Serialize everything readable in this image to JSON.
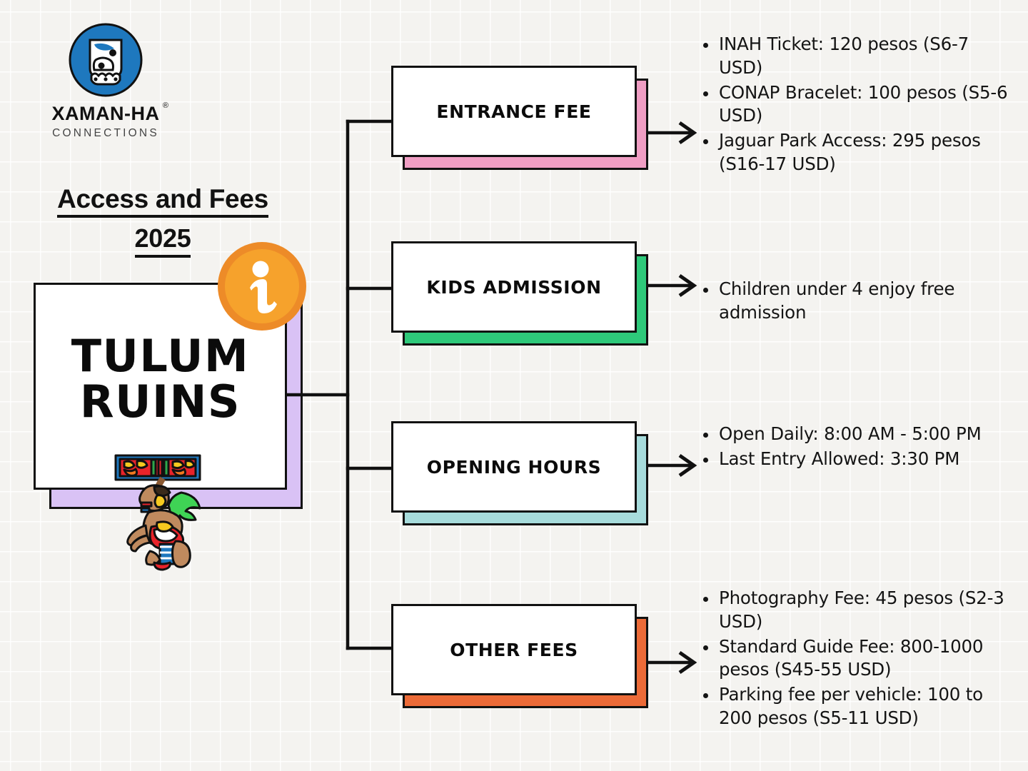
{
  "brand": {
    "logo_icon": "mayan-glyph-circle-logo",
    "name": "XAMAN-HA",
    "registered_mark": "®",
    "tagline": "CONNECTIONS",
    "logo_circle_color": "#1E78BE"
  },
  "heading": {
    "line1": "Access and Fees",
    "line2": "2025"
  },
  "main_node": {
    "title_line1": "TULUM",
    "title_line2": "RUINS",
    "shadow_color": "#D9C2F5"
  },
  "info_badge": {
    "icon": "info-circle-icon",
    "glyph": "i",
    "fill_color": "#F6A22C",
    "ring_color": "#ED8B28"
  },
  "decoration": {
    "icon": "mayan-descending-god-figure"
  },
  "topics": [
    {
      "id": "entrance-fee",
      "label": "ENTRANCE FEE",
      "accent_color": "#F09EC4",
      "details": [
        "INAH Ticket: 120 pesos (S6-7 USD)",
        "CONAP Bracelet: 100 pesos (S5-6 USD)",
        "Jaguar Park Access: 295 pesos (S16-17 USD)"
      ]
    },
    {
      "id": "kids-admission",
      "label": "KIDS ADMISSION",
      "accent_color": "#2FC островC76",
      "details": [
        "Children under 4 enjoy free admission"
      ]
    },
    {
      "id": "opening-hours",
      "label": "OPENING HOURS",
      "accent_color": "#A7DCDC",
      "details": [
        "Open Daily: 8:00 AM - 5:00 PM",
        "Last Entry Allowed: 3:30 PM"
      ]
    },
    {
      "id": "other-fees",
      "label": "OTHER FEES",
      "accent_color": "#EC6B38",
      "details": [
        "Photography Fee: 45 pesos (S2-3 USD)",
        "Standard Guide Fee: 800-1000 pesos (S45-55 USD)",
        "Parking fee per vehicle: 100 to 200 pesos (S5-11 USD)"
      ]
    }
  ],
  "accent_colors": {
    "entrance": "#F09EC4",
    "kids": "#2EC97A",
    "hours": "#A7DCDC",
    "other": "#EC6B38"
  }
}
